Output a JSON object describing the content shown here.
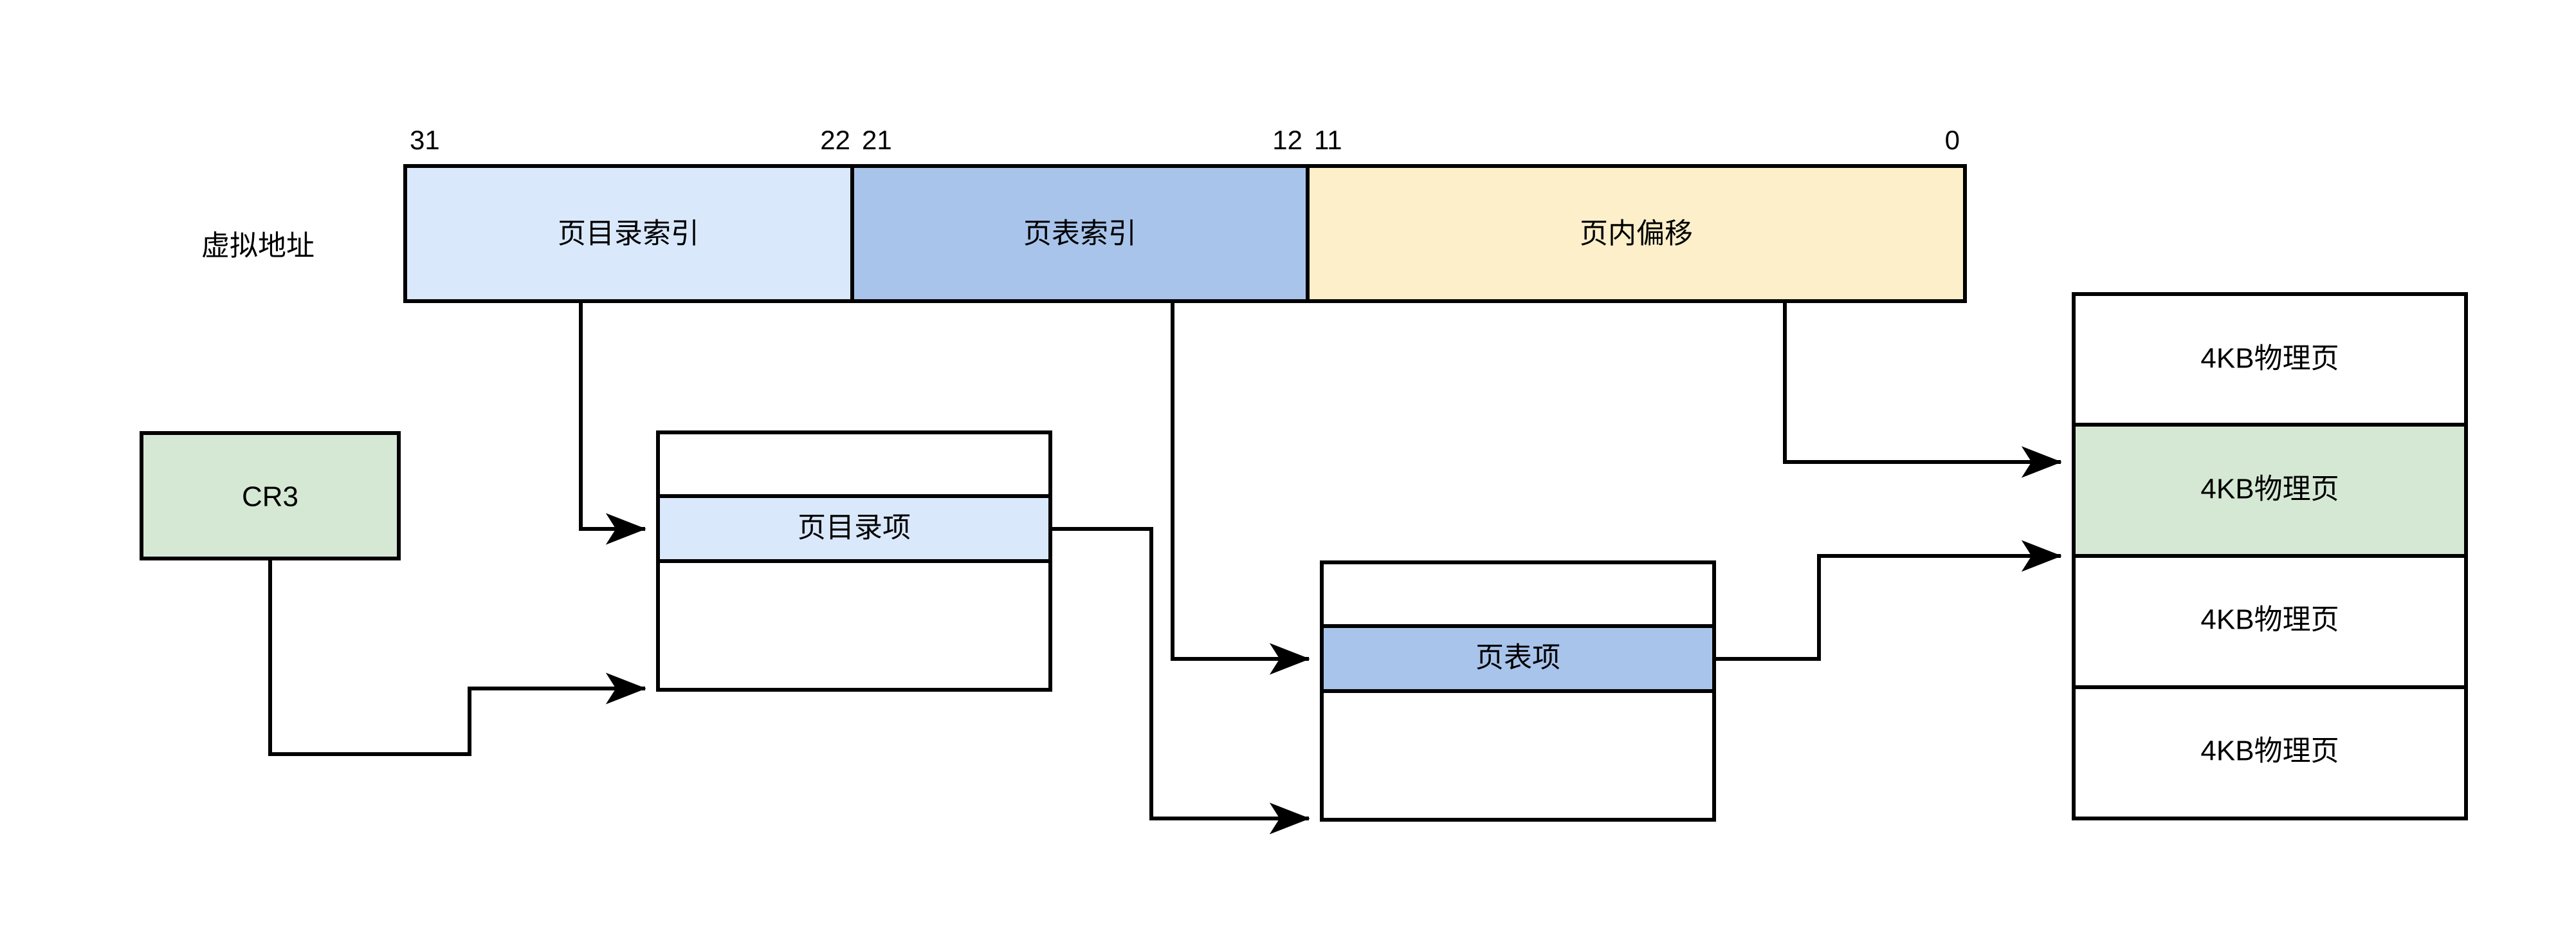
{
  "diagram": {
    "title_label": "虚拟地址",
    "colors": {
      "page_dir_index_fill": "#dae8fc",
      "page_table_index_fill": "#a9c4eb",
      "page_offset_fill": "#fcefca",
      "cr3_fill": "#d5e8d4",
      "physical_page_fill": "#d5e8d4",
      "stroke": "#000000",
      "white": "#ffffff"
    },
    "virtual_address": {
      "side_label": "虚拟地址",
      "bits": {
        "high": "31",
        "d_low": "22",
        "t_high": "21",
        "t_low": "12",
        "o_high": "11",
        "low": "0"
      },
      "segments": [
        {
          "label": "页目录索引",
          "bit_high": "31",
          "bit_low": "22",
          "fill": "#dae8fc"
        },
        {
          "label": "页表索引",
          "bit_high": "21",
          "bit_low": "12",
          "fill": "#a9c4eb"
        },
        {
          "label": "页内偏移",
          "bit_high": "11",
          "bit_low": "0",
          "fill": "#fcefca"
        }
      ]
    },
    "cr3": {
      "label": "CR3"
    },
    "page_directory": {
      "rows": [
        {
          "label": "",
          "highlighted": false
        },
        {
          "label": "页目录项",
          "highlighted": true
        },
        {
          "label": "",
          "highlighted": false
        }
      ]
    },
    "page_table": {
      "rows": [
        {
          "label": "",
          "highlighted": false
        },
        {
          "label": "页表项",
          "highlighted": true
        },
        {
          "label": "",
          "highlighted": false
        }
      ]
    },
    "physical_memory": {
      "rows": [
        {
          "label": "4KB物理页",
          "highlighted": false
        },
        {
          "label": "4KB物理页",
          "highlighted": true
        },
        {
          "label": "4KB物理页",
          "highlighted": false
        },
        {
          "label": "4KB物理页",
          "highlighted": false
        }
      ]
    }
  }
}
